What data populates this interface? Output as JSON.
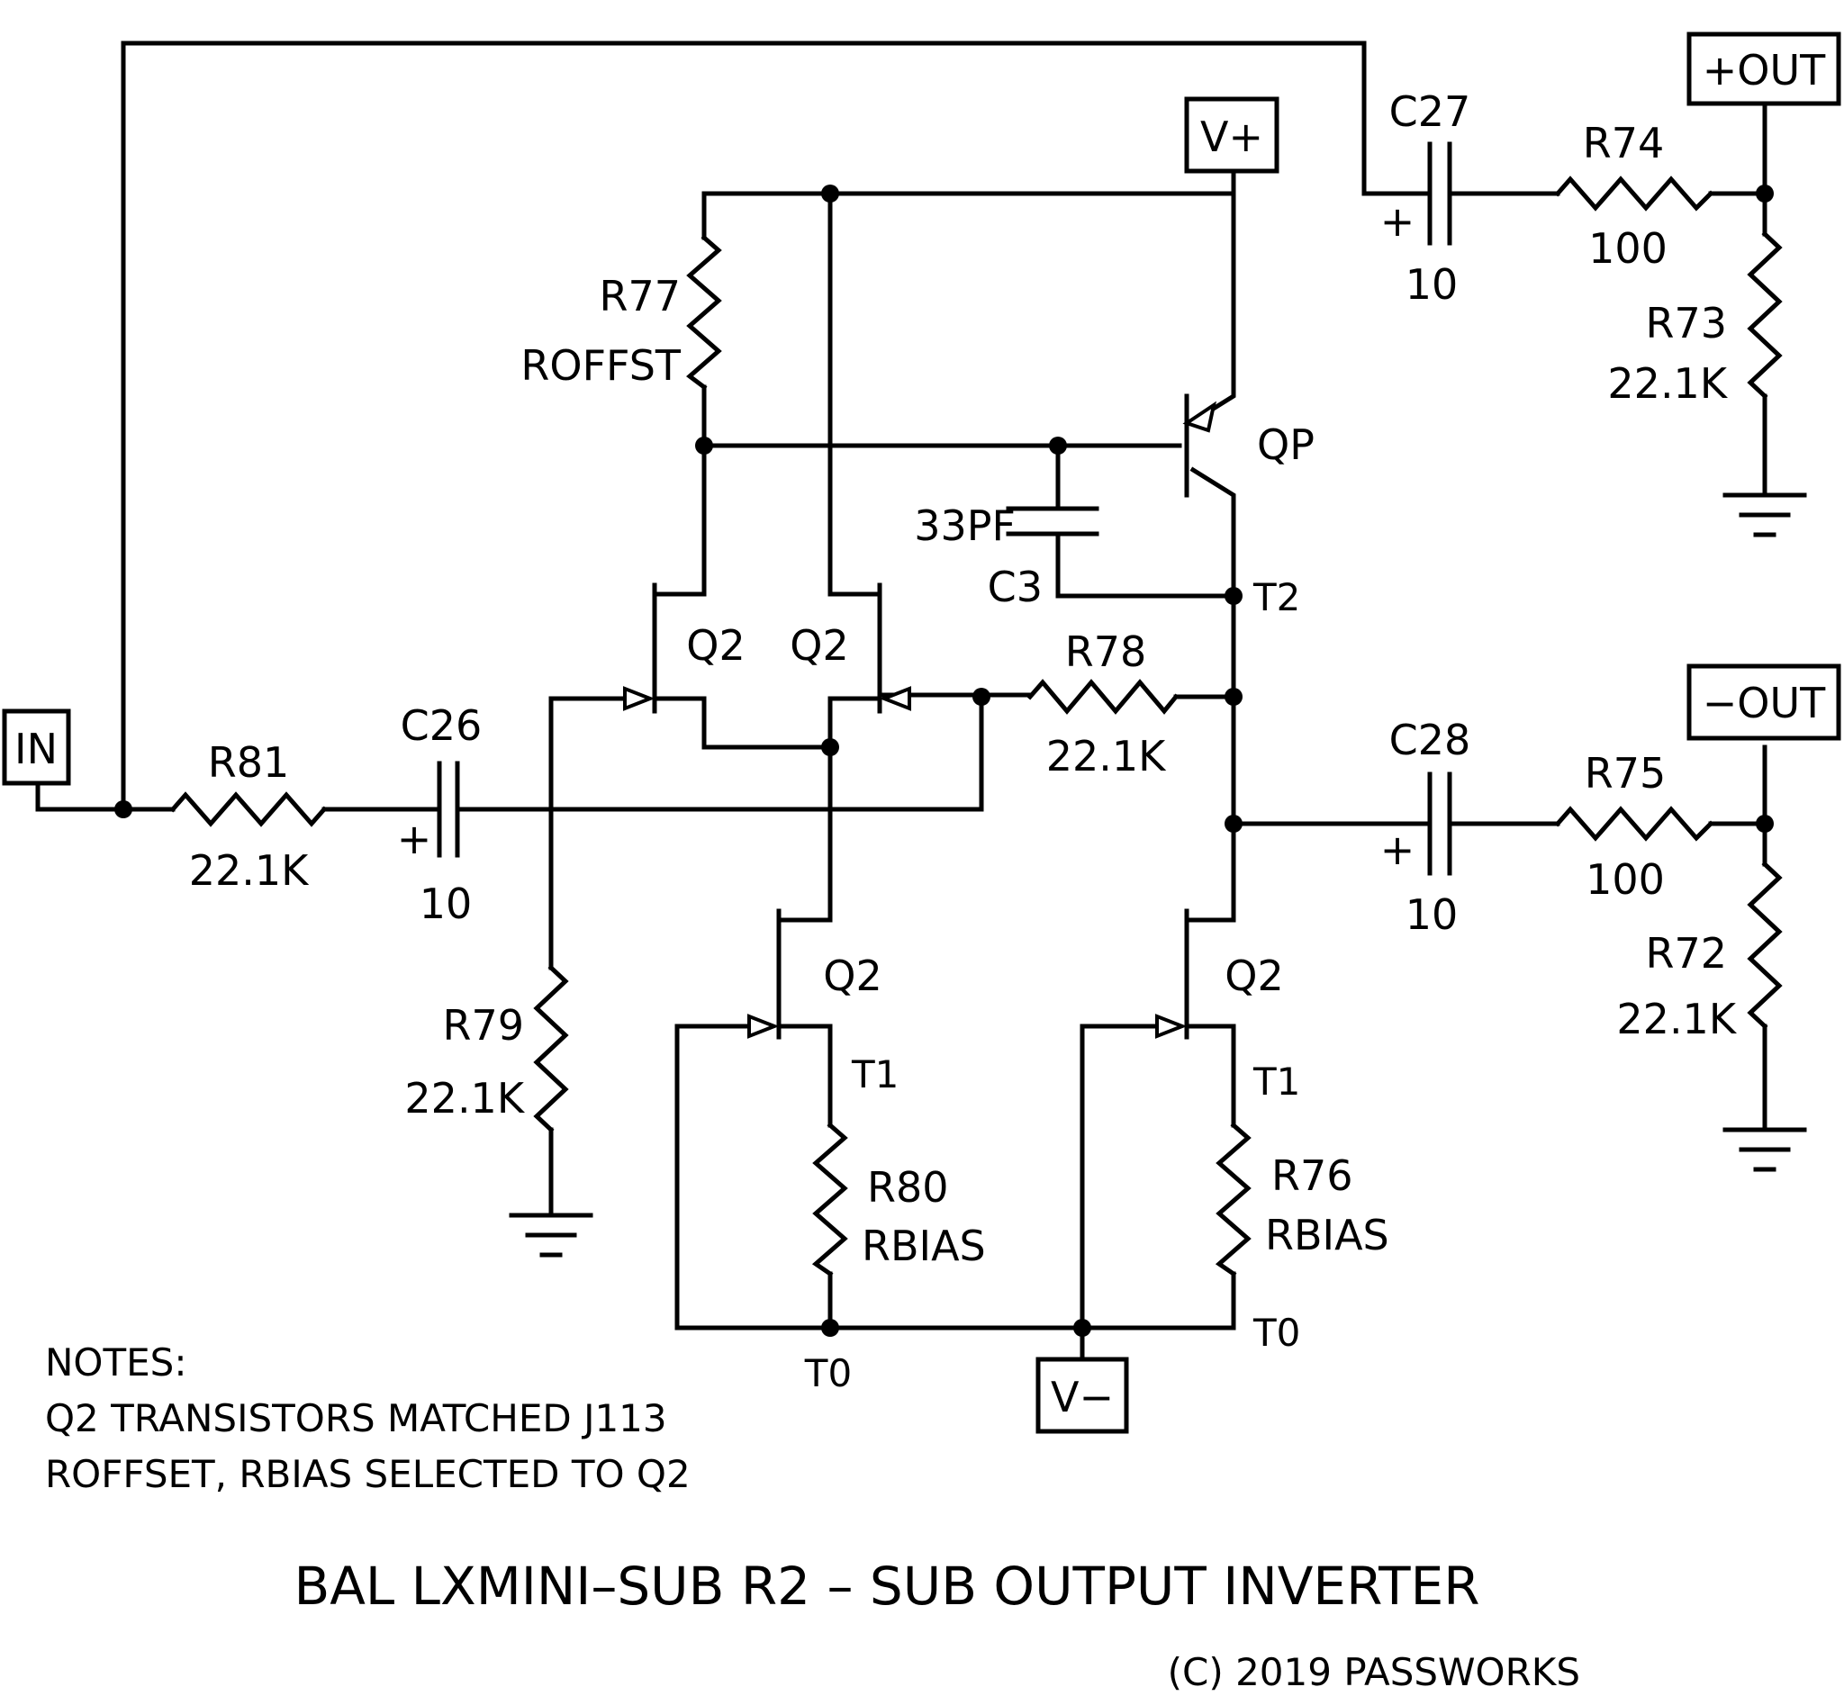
{
  "ports": {
    "in": "IN",
    "vplus": "V+",
    "vminus": "V−",
    "plus_out": "+OUT",
    "minus_out": "−OUT"
  },
  "components": {
    "r81": {
      "ref": "R81",
      "value": "22.1K"
    },
    "c26": {
      "ref": "C26",
      "value": "10",
      "polarity": "+"
    },
    "r79": {
      "ref": "R79",
      "value": "22.1K"
    },
    "r77": {
      "ref": "R77",
      "value": "ROFFST"
    },
    "c3": {
      "ref": "C3",
      "value": "33PF"
    },
    "qp": {
      "ref": "QP"
    },
    "q2_a": {
      "ref": "Q2"
    },
    "q2_b": {
      "ref": "Q2"
    },
    "q2_c": {
      "ref": "Q2"
    },
    "q2_d": {
      "ref": "Q2"
    },
    "r78": {
      "ref": "R78",
      "value": "22.1K"
    },
    "r80": {
      "ref": "R80",
      "value": "RBIAS"
    },
    "r76": {
      "ref": "R76",
      "value": "RBIAS"
    },
    "c27": {
      "ref": "C27",
      "value": "10",
      "polarity": "+"
    },
    "c28": {
      "ref": "C28",
      "value": "10",
      "polarity": "+"
    },
    "r74": {
      "ref": "R74",
      "value": "100"
    },
    "r75": {
      "ref": "R75",
      "value": "100"
    },
    "r73": {
      "ref": "R73",
      "value": "22.1K"
    },
    "r72": {
      "ref": "R72",
      "value": "22.1K"
    }
  },
  "nets": {
    "t2": "T2",
    "t1_left": "T1",
    "t1_right": "T1",
    "t0_left": "T0",
    "t0_right": "T0"
  },
  "notes": {
    "heading": "NOTES:",
    "line1": "Q2 TRANSISTORS MATCHED J113",
    "line2": "ROFFSET, RBIAS SELECTED TO Q2"
  },
  "title": "BAL LXMINI–SUB R2 –  SUB OUTPUT INVERTER",
  "copyright": "(C) 2019 PASSWORKS"
}
